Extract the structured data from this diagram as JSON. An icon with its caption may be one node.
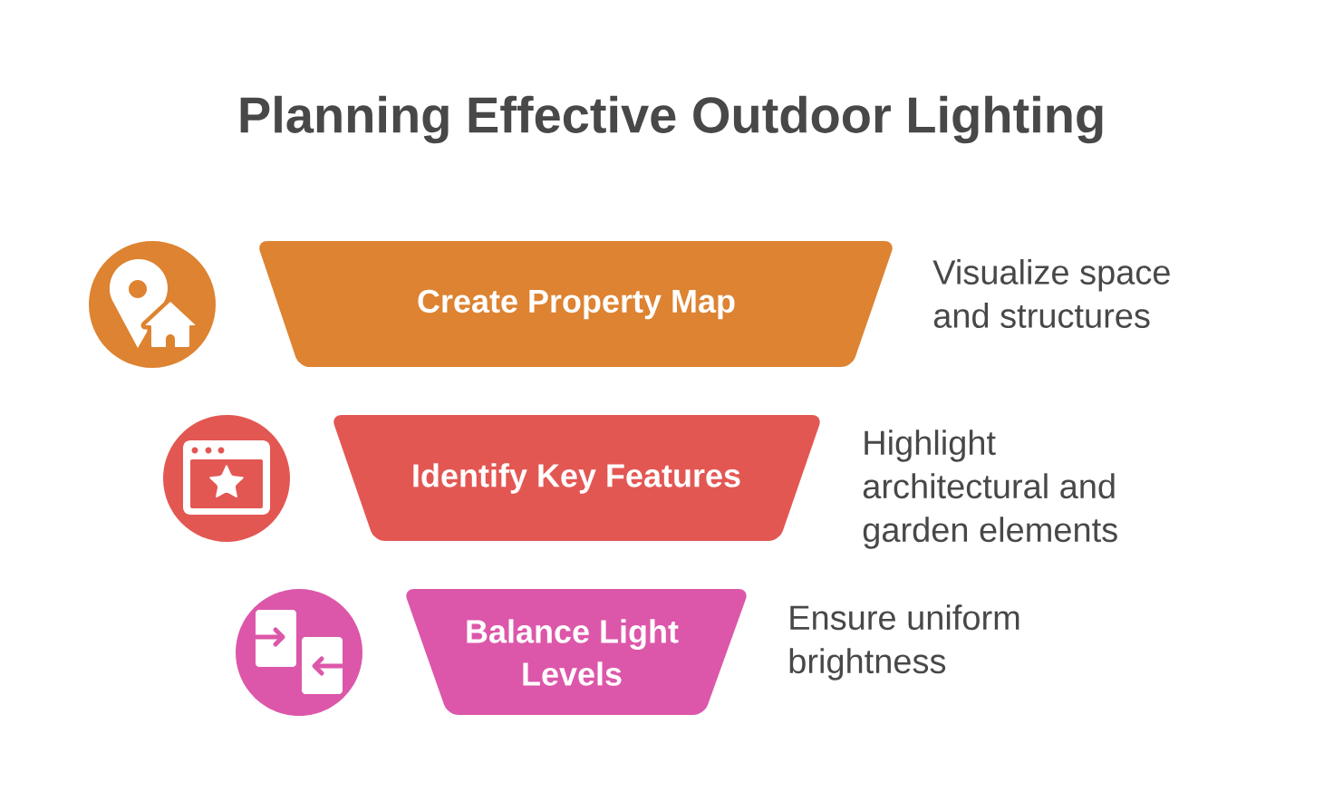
{
  "diagram": {
    "title": "Planning Effective Outdoor Lighting",
    "nodes": [
      {
        "text": [
          "Create Property Map"
        ],
        "beside": [
          "Visualize space and structures"
        ]
      },
      {
        "text": [
          "Identify Key Features"
        ],
        "beside": [
          "Highlight architectural and garden elements"
        ]
      },
      {
        "text": [
          "Balance Light Levels"
        ],
        "beside": [
          "Ensure uniform brightness"
        ]
      }
    ]
  }
}
